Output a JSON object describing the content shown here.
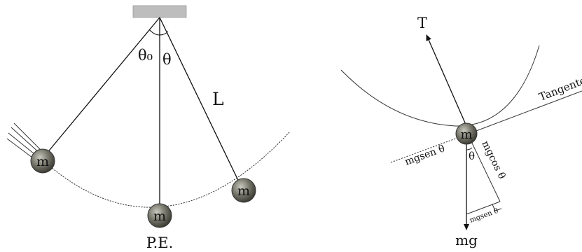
{
  "left_diagram": {
    "angle_left_label": "θ₀",
    "angle_right_label": "θ",
    "length_label": "L",
    "mass_left_label": "m",
    "mass_bottom_label": "m",
    "mass_right_label": "m",
    "equilibrium_label": "P.E."
  },
  "right_diagram": {
    "tension_label": "T",
    "tangent_label": "Tangente",
    "mass_label": "m",
    "theta_label": "θ",
    "tangential_component_label": "mgsen θ",
    "normal_component_label": "mgcos θ",
    "small_component_label": "mgsen θ",
    "weight_label": "mg"
  },
  "colors": {
    "ink": "#111111",
    "support_fill": "#bdbdbd",
    "mass_fill": "#6e6e63"
  }
}
